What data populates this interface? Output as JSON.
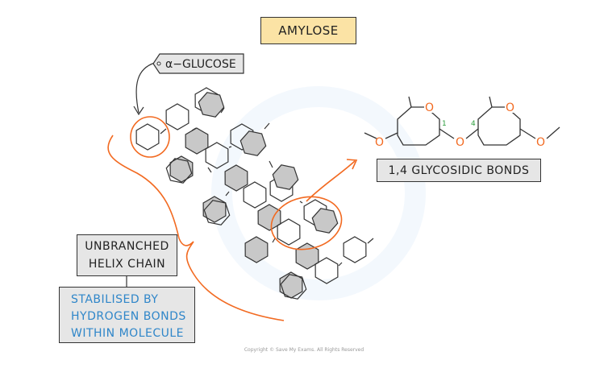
{
  "title": "AMYLOSE",
  "tag_label": "α−GLUCOSE",
  "bond_label": "1,4 GLYCOSIDIC BONDS",
  "bond_numbers": {
    "carbon_one": "1",
    "carbon_four": "4"
  },
  "ring_atom": "O",
  "helix_label": {
    "line1": "UNBRANCHED",
    "line2": "HELIX CHAIN"
  },
  "stabilised_label": {
    "line1": "STABILISED  BY",
    "line2": "HYDROGEN  BONDS",
    "line3": "WITHIN  MOLECULE"
  },
  "copyright": "Copyright © Save My Exams. All Rights Reserved",
  "colors": {
    "title_fill": "#fbe3a5",
    "box_fill": "#e6e6e6",
    "accent_orange": "#f26a21",
    "stabilised_text": "#2f86c9",
    "ring_shading": "#c8c8c8",
    "bond_number": "#2e9e3e"
  }
}
